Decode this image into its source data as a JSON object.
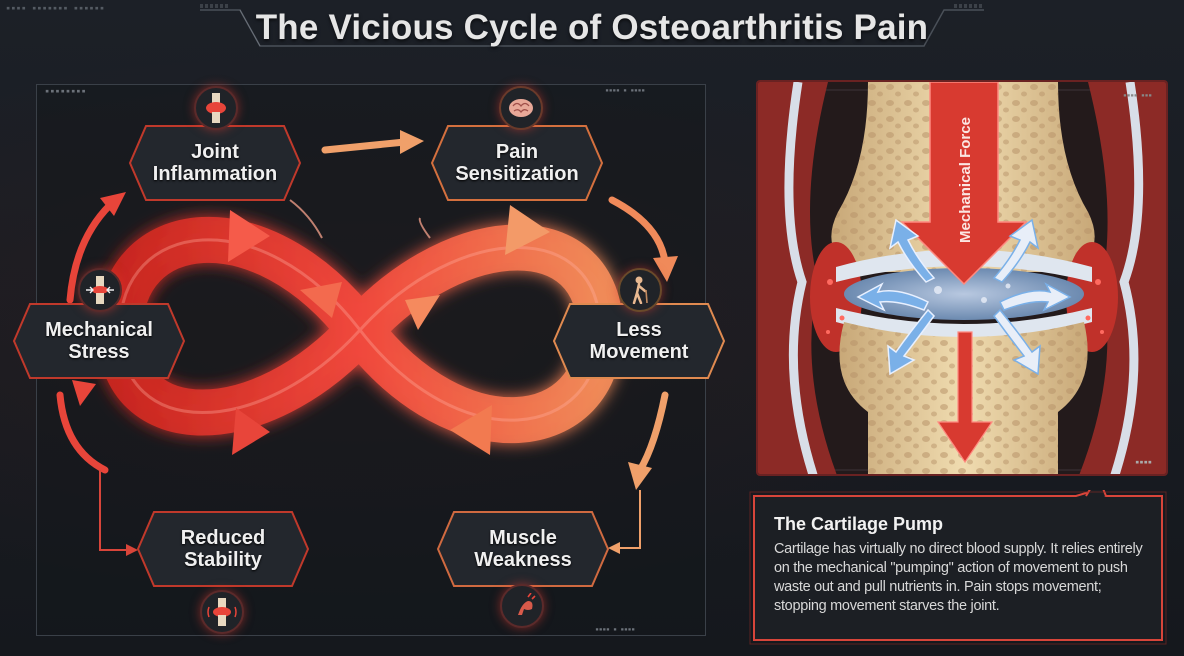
{
  "page": {
    "title": "The Vicious Cycle of Osteoarthritis Pain"
  },
  "cycle": {
    "nodes": [
      {
        "id": "joint-inflammation",
        "label": "Joint\nInflammation",
        "icon": "inflamed-knee-icon"
      },
      {
        "id": "pain-sensitization",
        "label": "Pain\nSensitization",
        "icon": "brain-icon"
      },
      {
        "id": "less-movement",
        "label": "Less\nMovement",
        "icon": "person-with-cane-icon"
      },
      {
        "id": "muscle-weakness",
        "label": "Muscle\nWeakness",
        "icon": "weak-bicep-icon"
      },
      {
        "id": "reduced-stability",
        "label": "Reduced\nStability",
        "icon": "unstable-knee-icon"
      },
      {
        "id": "mechanical-stress",
        "label": "Mechanical\nStress",
        "icon": "compressed-knee-icon"
      }
    ]
  },
  "joint_illustration": {
    "force_label": "Mechanical Force"
  },
  "callout": {
    "title": "The Cartilage Pump",
    "body": "Cartilage has virtually no direct blood supply. It relies entirely on the mechanical \"pumping\" action of movement to push waste out and pull nutrients in. Pain stops movement; stopping movement starves the joint."
  },
  "colors": {
    "accent_red": "#e8453a",
    "accent_orange": "#f0a060",
    "panel_border": "#7a2a26",
    "background": "#1b1f25"
  }
}
